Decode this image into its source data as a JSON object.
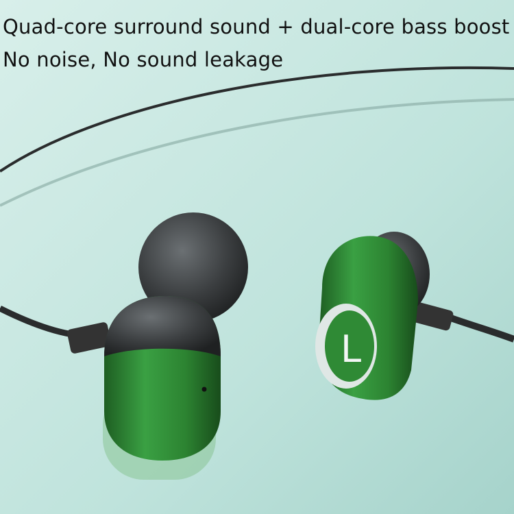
{
  "headline": {
    "line1": "Quad-core surround sound + dual-core bass boost",
    "line2": "No noise, No sound leakage"
  },
  "colors": {
    "background_light": "#d6eee9",
    "background_dark": "#a7d4cc",
    "earbud_shell": "#2f8a35",
    "ear_tip": "#3b3e40",
    "cable": "#2a2c2d"
  },
  "earbud_marking": "L"
}
